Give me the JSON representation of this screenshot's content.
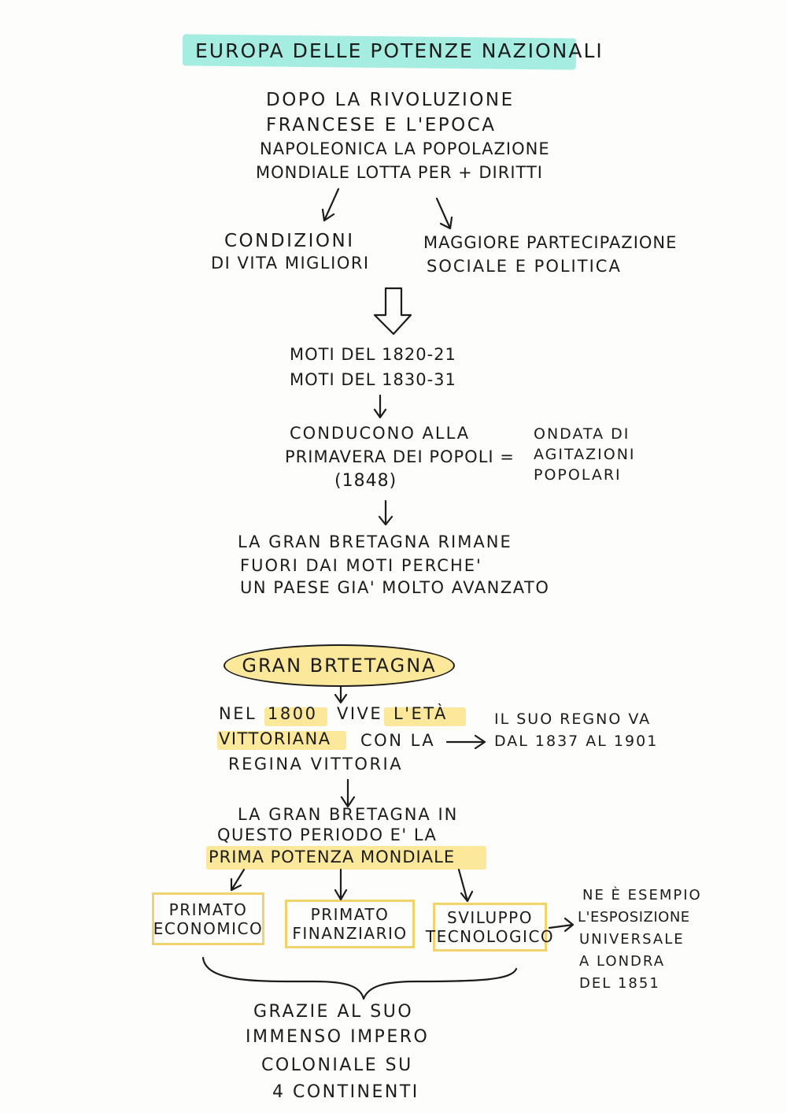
{
  "title": "EUROPA DELLE POTENZE NAZIONALI",
  "intro": [
    "DOPO LA RIVOLUZIONE",
    "FRANCESE E L'EPOCA",
    "NAPOLEONICA LA POPOLAZIONE",
    "MONDIALE LOTTA PER + DIRITTI"
  ],
  "branch_left": [
    "CONDIZIONI",
    "DI VITA MIGLIORI"
  ],
  "branch_right": [
    "MAGGIORE PARTECIPAZIONE",
    "SOCIALE E POLITICA"
  ],
  "moti": [
    "MOTI DEL 1820-21",
    "MOTI DEL 1830-31"
  ],
  "primavera": [
    "CONDUCONO ALLA",
    "PRIMAVERA DEI POPOLI =",
    "(1848)"
  ],
  "ondata": [
    "ONDATA DI",
    "AGITAZIONI",
    "POPOLARI"
  ],
  "gb_fuori": [
    "LA GRAN BRETAGNA RIMANE",
    "FUORI DAI MOTI PERCHE'",
    "UN PAESE GIA' MOLTO AVANZATO"
  ],
  "section_title": "GRAN BRTETAGNA",
  "vittoriana": {
    "line1_a": "NEL",
    "line1_b": "1800",
    "line1_c": "VIVE",
    "line1_d": "L'ETÀ",
    "line2_a": "VITTORIANA",
    "line2_b": "CON LA",
    "line3": "REGINA VITTORIA"
  },
  "regno": [
    "IL SUO REGNO VA",
    "DAL 1837 AL 1901"
  ],
  "potenza": [
    "LA GRAN BRETAGNA IN",
    "QUESTO PERIODO E' LA",
    "PRIMA POTENZA MONDIALE"
  ],
  "boxes": [
    {
      "label": "PRIMATO\nECONOMICO"
    },
    {
      "label": "PRIMATO\nFINANZIARIO"
    },
    {
      "label": "SVILUPPO\nTECNOLOGICO"
    }
  ],
  "esposizione": [
    "NE È ESEMPIO",
    "L'ESPOSIZIONE",
    "UNIVERSALE",
    "A LONDRA",
    "DEL 1851"
  ],
  "impero": [
    "GRAZIE AL SUO",
    "IMMENSO IMPERO",
    "COLONIALE SU",
    "4 CONTINENTI"
  ],
  "colors": {
    "title_highlight": "#a5ede1",
    "yellow_highlight": "#fbe89a",
    "box_border": "#f0d36a",
    "ink": "#1c1c1c"
  }
}
